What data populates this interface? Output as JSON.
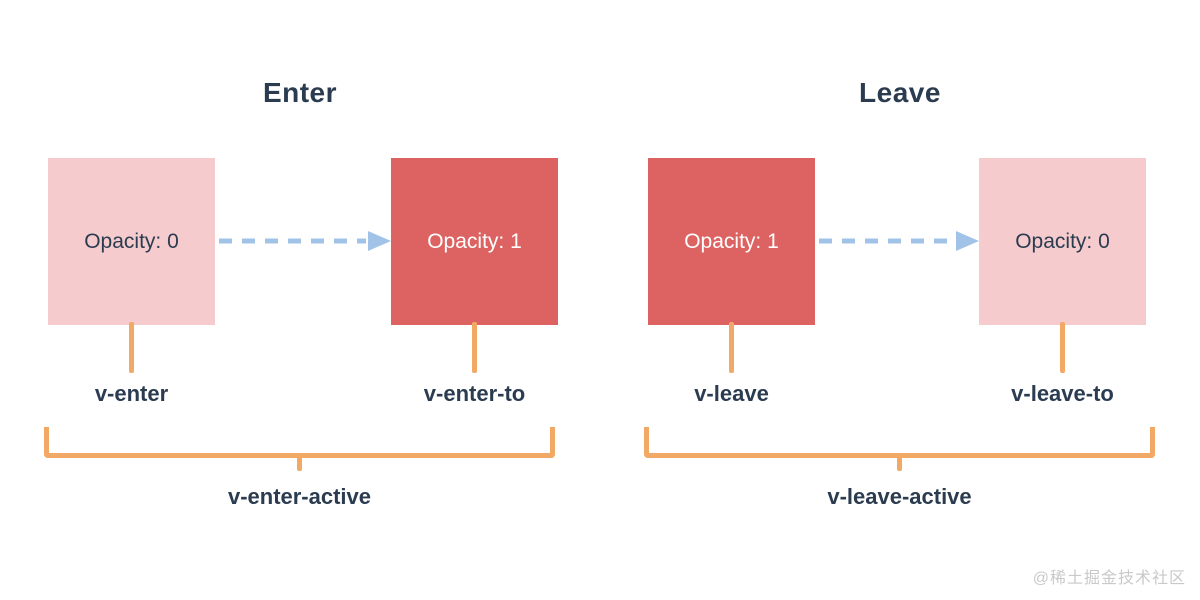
{
  "diagram": {
    "colors": {
      "text_dark": "#2b3c50",
      "box_pink": "#f5cbcd",
      "box_red": "#dd6363",
      "arrow_blue": "#a2c3e8",
      "bracket_orange": "#f3a966",
      "watermark_gray": "#c9c9c9",
      "text_on_red": "#ffffff",
      "background": "#ffffff"
    },
    "panels": [
      {
        "title": "Enter",
        "from_box_label": "Opacity: 0",
        "from_box_fill": "#f5cbcd",
        "to_box_label": "Opacity: 1",
        "to_box_fill": "#dd6363",
        "from_class_label": "v-enter",
        "to_class_label": "v-enter-to",
        "active_class_label": "v-enter-active"
      },
      {
        "title": "Leave",
        "from_box_label": "Opacity: 1",
        "from_box_fill": "#dd6363",
        "to_box_label": "Opacity: 0",
        "to_box_fill": "#f5cbcd",
        "from_class_label": "v-leave",
        "to_class_label": "v-leave-to",
        "active_class_label": "v-leave-active"
      }
    ],
    "watermark": "@稀土掘金技术社区"
  }
}
